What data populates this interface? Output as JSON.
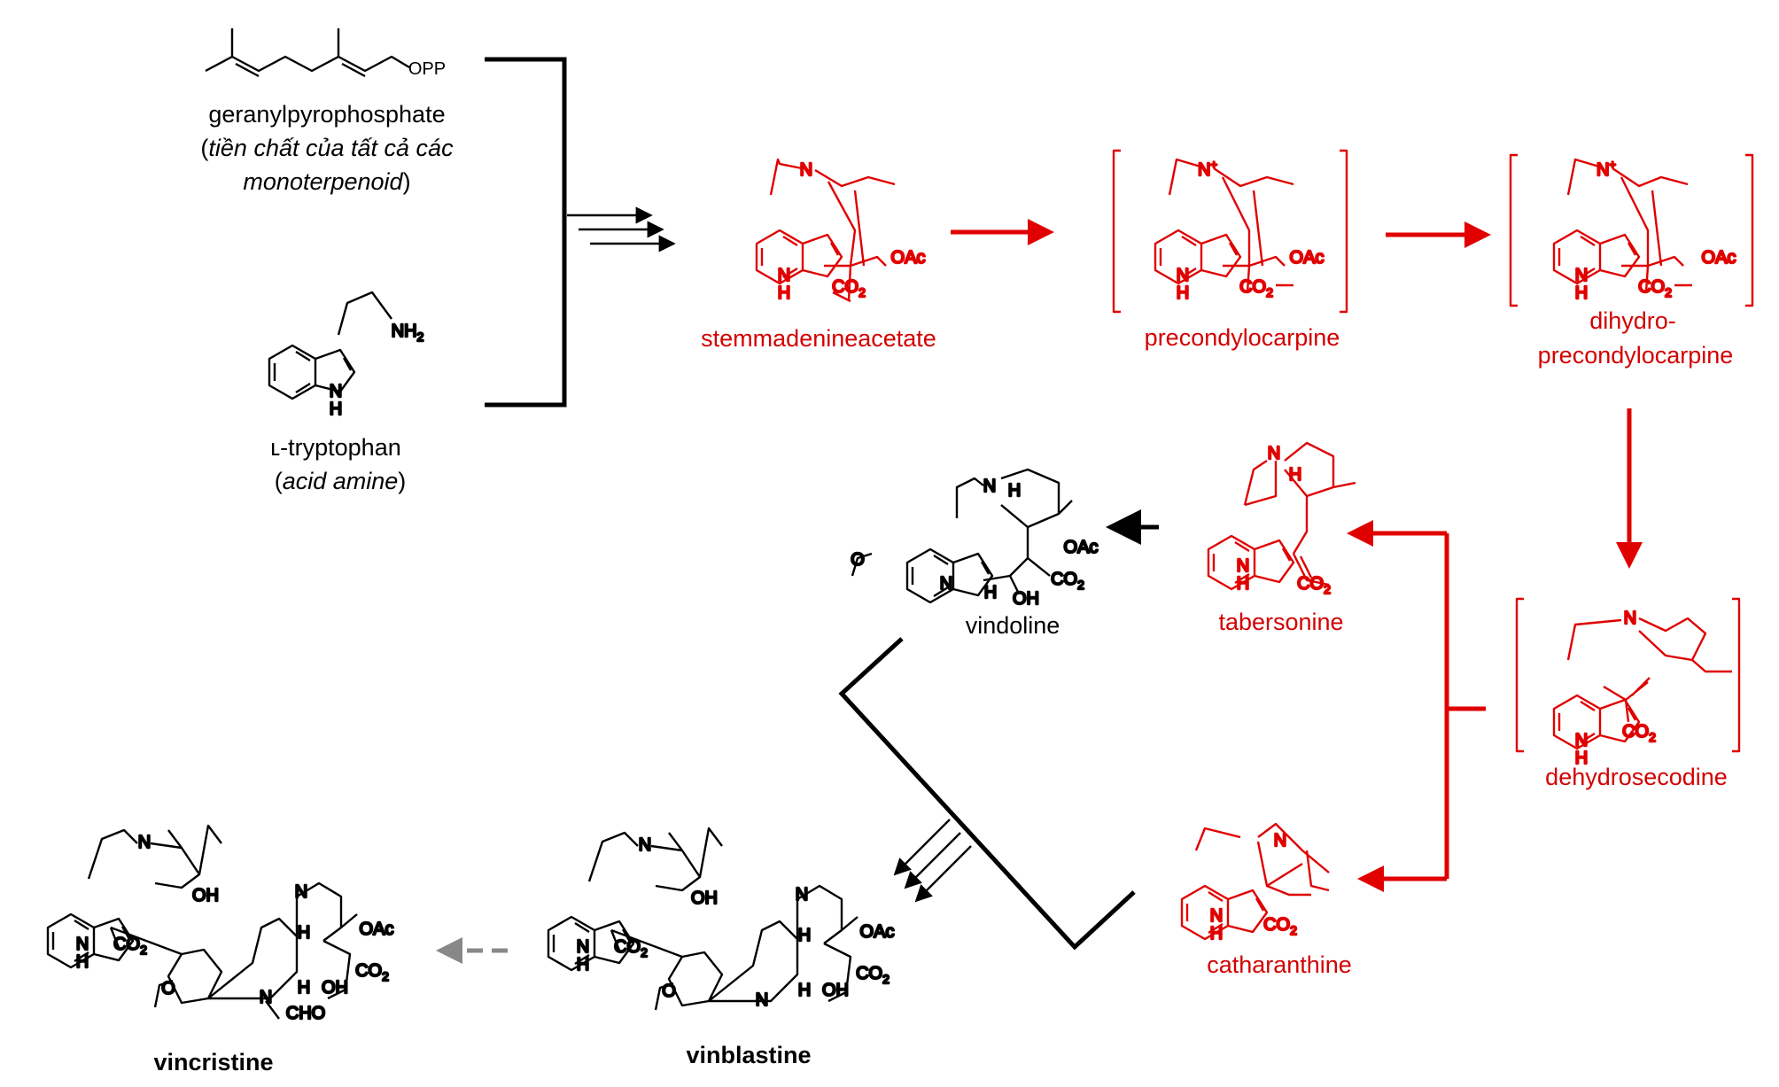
{
  "colors": {
    "pathway_red": "#e00000",
    "text_red": "#d40000",
    "black": "#000000",
    "dashed_grey": "#888888"
  },
  "precursors": {
    "gpp": {
      "name": "geranylpyrophosphate",
      "note_open": "(",
      "note_line1": "tiền chất của tất cả các",
      "note_line2": "monoterpenoid",
      "note_close": ")",
      "atom": "OPP"
    },
    "tryptophan": {
      "name": "ʟ-tryptophan",
      "note_open": "(",
      "note": "acid amine",
      "note_close": ")",
      "atoms": [
        "NH",
        "2",
        "N",
        "H"
      ]
    }
  },
  "molecules": {
    "stemmadenine_acetate": {
      "name": "stemmadenineacetate",
      "atoms": [
        "N",
        "N",
        "H",
        "OAc",
        "CO",
        "2"
      ]
    },
    "precondylocarpine": {
      "name": "precondylocarpine",
      "atoms": [
        "N",
        "+",
        "N",
        "H",
        "OAc",
        "CO",
        "2"
      ]
    },
    "dihydro_precondylocarpine": {
      "name_line1": "dihydro-",
      "name_line2": "precondylocarpine",
      "atoms": [
        "N",
        "+",
        "N",
        "H",
        "OAc",
        "CO",
        "2"
      ]
    },
    "dehydrosecodine": {
      "name": "dehydrosecodine",
      "atoms": [
        "N",
        "N",
        "H",
        "CO",
        "2"
      ]
    },
    "tabersonine": {
      "name": "tabersonine",
      "atoms": [
        "N",
        "H",
        "N",
        "H",
        "CO",
        "2"
      ]
    },
    "catharanthine": {
      "name": "catharanthine",
      "atoms": [
        "N",
        "N",
        "H",
        "CO",
        "2"
      ]
    },
    "vindoline": {
      "name": "vindoline",
      "atoms": [
        "N",
        "H",
        "OAc",
        "N",
        "H",
        "OH",
        "CO",
        "2",
        "O"
      ]
    },
    "vinblastine": {
      "name": "vinblastine",
      "atoms": [
        "N",
        "OH",
        "N",
        "H",
        "CO",
        "2",
        "N",
        "H",
        "OAc",
        "O",
        "N",
        "H",
        "OH",
        "CO",
        "2"
      ]
    },
    "vincristine": {
      "name": "vincristine",
      "atoms": [
        "N",
        "OH",
        "N",
        "H",
        "CO",
        "2",
        "N",
        "H",
        "OAc",
        "O",
        "N",
        "H",
        "OH",
        "CO",
        "2",
        "CHO"
      ]
    }
  }
}
